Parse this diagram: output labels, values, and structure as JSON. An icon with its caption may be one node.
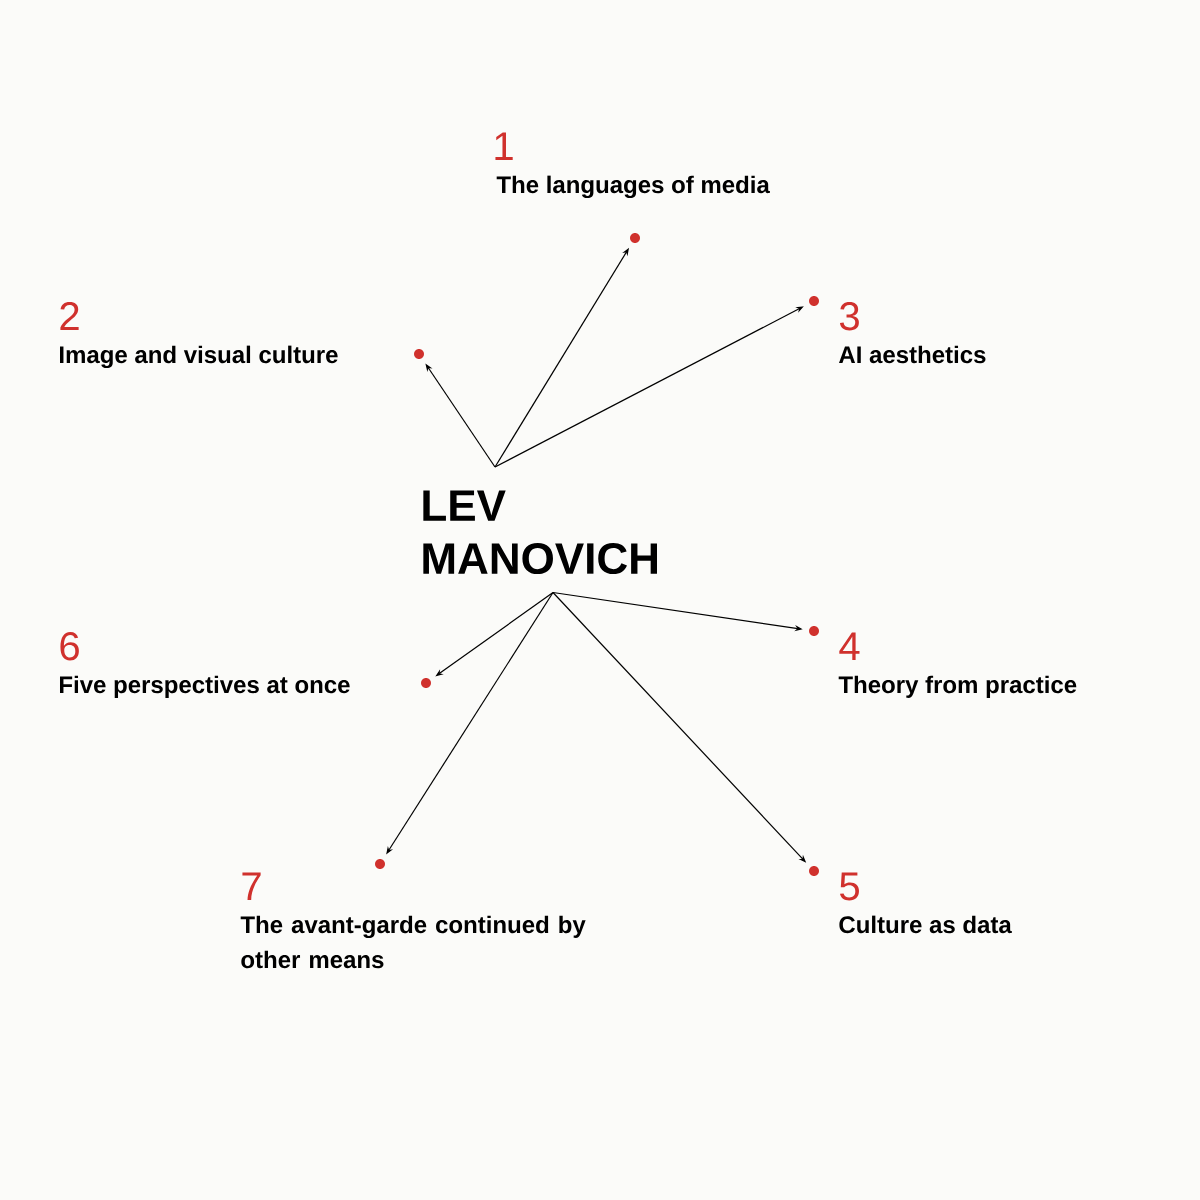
{
  "diagram": {
    "nodes": [
      {
        "text": [
          "LEV MANOVICH"
        ]
      },
      {
        "text": [],
        "shape": "circle",
        "beside": [
          "1",
          "The languages of media"
        ]
      },
      {
        "text": [],
        "shape": "circle",
        "beside": [
          "2",
          "Image and visual culture"
        ]
      },
      {
        "text": [],
        "shape": "circle",
        "beside": [
          "3",
          "AI aesthetics"
        ]
      },
      {
        "text": [],
        "shape": "circle",
        "beside": [
          "4",
          "Theory from practice"
        ]
      },
      {
        "text": [],
        "shape": "circle",
        "beside": [
          "5",
          "Culture as data"
        ]
      },
      {
        "text": [],
        "shape": "circle",
        "beside": [
          "6",
          "Five perspectives at once"
        ]
      },
      {
        "text": [],
        "shape": "circle",
        "beside": [
          "7",
          "The avant-garde continued by other means"
        ]
      }
    ],
    "edges": [
      {
        "from": 0,
        "to": 1,
        "arrow": "to"
      },
      {
        "from": 0,
        "to": 2,
        "arrow": "to"
      },
      {
        "from": 0,
        "to": 3,
        "arrow": "to"
      },
      {
        "from": 0,
        "to": 4,
        "arrow": "to"
      },
      {
        "from": 0,
        "to": 5,
        "arrow": "to"
      },
      {
        "from": 0,
        "to": 6,
        "arrow": "to"
      },
      {
        "from": 0,
        "to": 7,
        "arrow": "to"
      }
    ]
  }
}
